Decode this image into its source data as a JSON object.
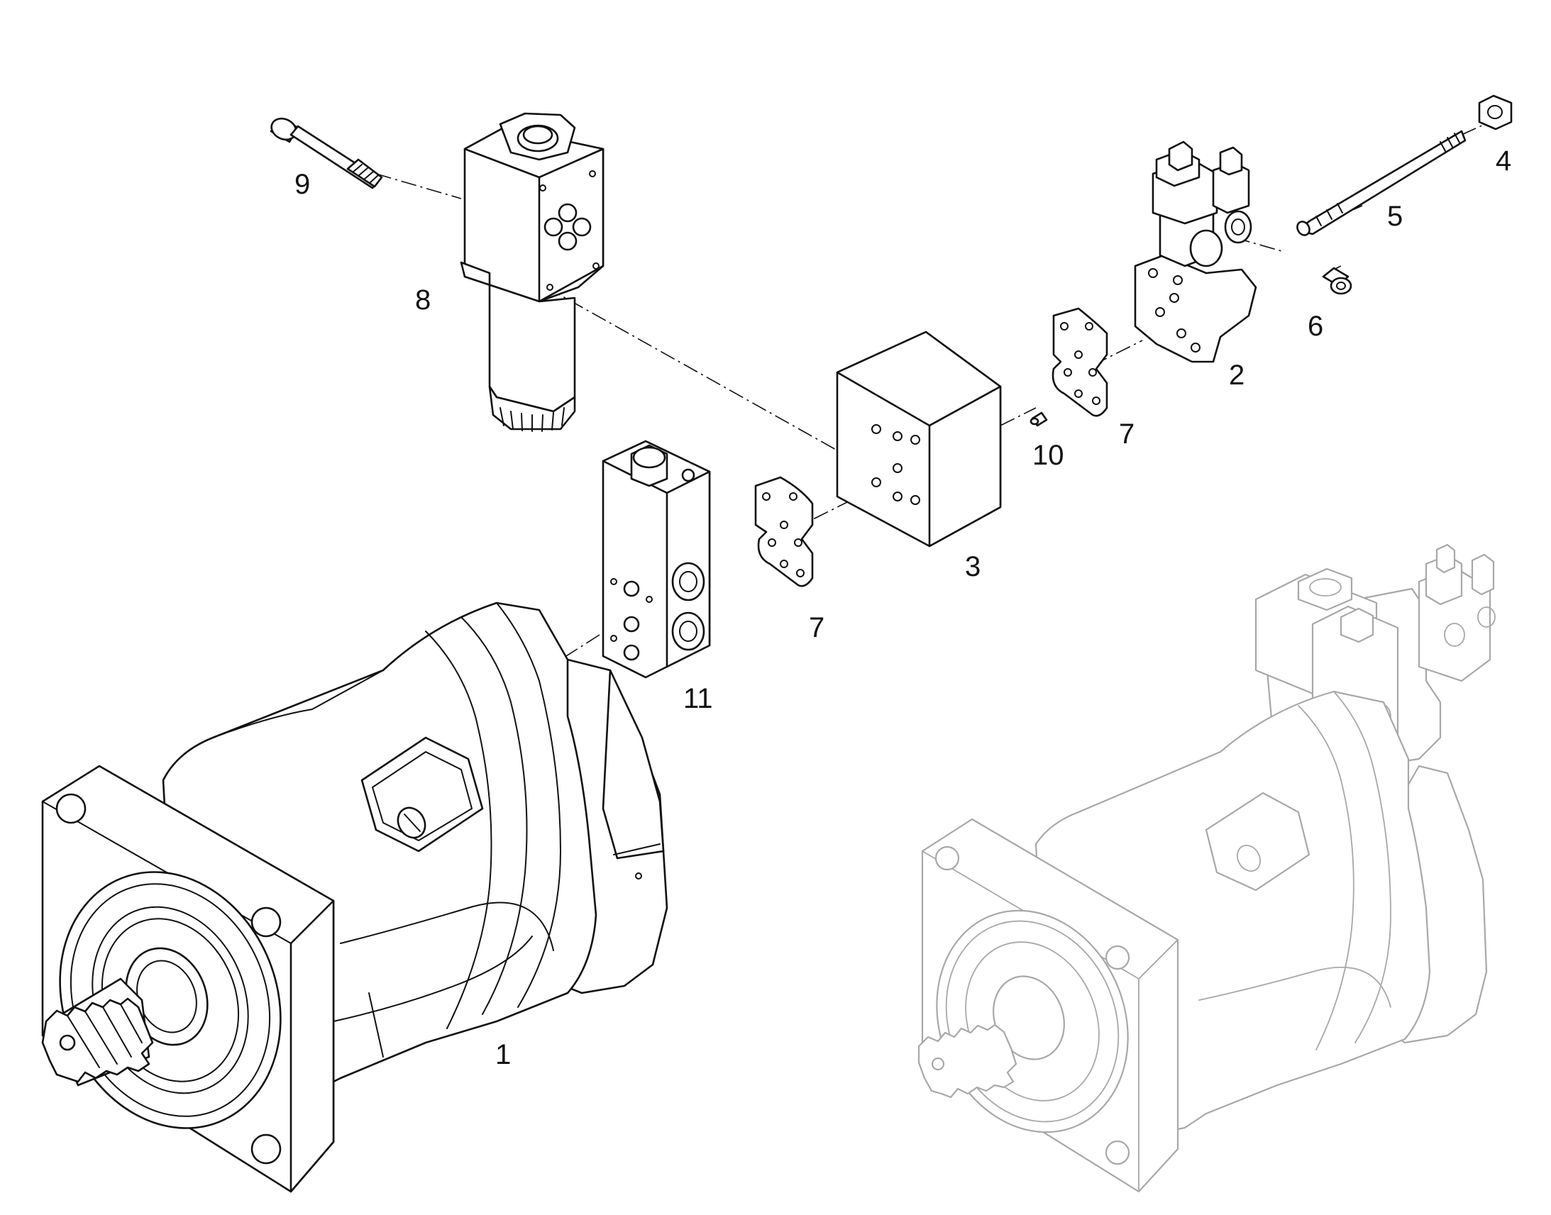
{
  "callouts": {
    "c1": "1",
    "c2": "2",
    "c3": "3",
    "c4": "4",
    "c5": "5",
    "c6": "6",
    "c7a": "7",
    "c7b": "7",
    "c8": "8",
    "c9": "9",
    "c10": "10",
    "c11": "11"
  },
  "colors": {
    "line": "#111111",
    "ghost": "#a8a8a8",
    "background": "#ffffff"
  }
}
